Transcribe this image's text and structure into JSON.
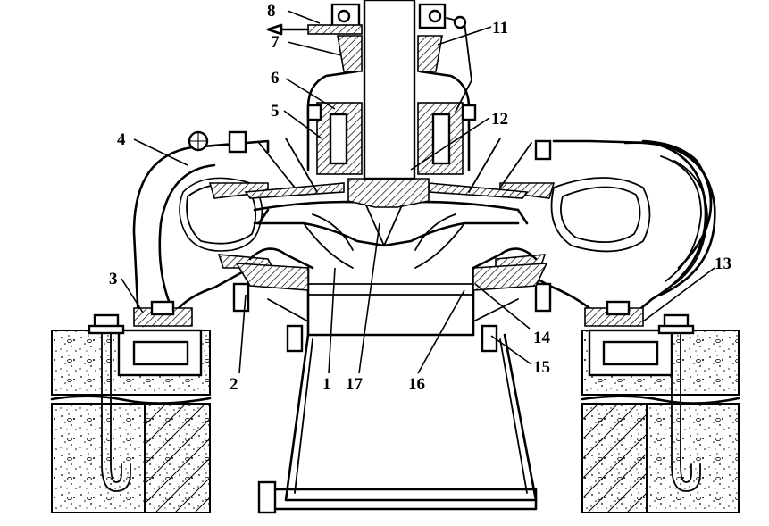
{
  "diagram": {
    "labels": [
      {
        "id": "1",
        "text": "1"
      },
      {
        "id": "2",
        "text": "2"
      },
      {
        "id": "3",
        "text": "3"
      },
      {
        "id": "4",
        "text": "4"
      },
      {
        "id": "5",
        "text": "5"
      },
      {
        "id": "6",
        "text": "6"
      },
      {
        "id": "7",
        "text": "7"
      },
      {
        "id": "8",
        "text": "8"
      },
      {
        "id": "11",
        "text": "11"
      },
      {
        "id": "12",
        "text": "12"
      },
      {
        "id": "13",
        "text": "13"
      },
      {
        "id": "14",
        "text": "14"
      },
      {
        "id": "15",
        "text": "15"
      },
      {
        "id": "16",
        "text": "16"
      },
      {
        "id": "17",
        "text": "17"
      }
    ]
  }
}
